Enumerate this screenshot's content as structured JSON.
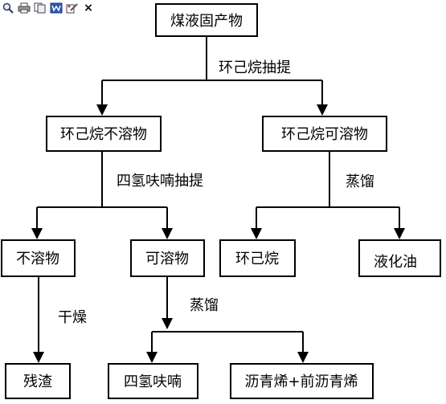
{
  "toolbar": {
    "icons": [
      "search-icon",
      "print-icon",
      "copy-icon",
      "word-icon",
      "edit-icon",
      "close-icon"
    ],
    "close_glyph": "×"
  },
  "diagram": {
    "nodes": {
      "root": "煤液固产物",
      "insoluble_cyc": "环己烷不溶物",
      "soluble_cyc": "环己烷可溶物",
      "insoluble": "不溶物",
      "soluble": "可溶物",
      "cyclohexane": "环己烷",
      "liquefied_oil": "液化油",
      "residue": "残渣",
      "thf": "四氢呋喃",
      "asphaltene": "沥青烯+前沥青烯"
    },
    "edge_labels": {
      "cyc_extract": "环己烷抽提",
      "thf_extract": "四氢呋喃抽提",
      "distill_1": "蒸馏",
      "dry": "干燥",
      "distill_2": "蒸馏"
    },
    "highlight_color": "#ffff33"
  }
}
